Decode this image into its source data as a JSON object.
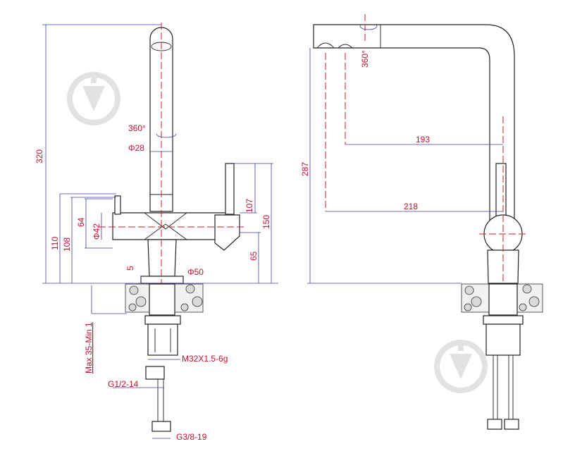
{
  "front_view": {
    "labels": {
      "height_total": "320",
      "rotation": "360°",
      "spout_diameter": "Φ28",
      "height_lever": "107",
      "height_lever_top": "150",
      "height_body": "64",
      "body_diameter": "Φ42",
      "height_110": "110",
      "height_108": "108",
      "height_65": "65",
      "gap": "5",
      "base_diameter": "Φ50",
      "worktop": "Max 35-Min 1",
      "thread": "M32X1.5-6g",
      "inlet": "G1/2-14",
      "hose": "G3/8-19"
    }
  },
  "side_view": {
    "labels": {
      "height_total": "287",
      "rotation": "360°",
      "reach_inner": "193",
      "reach_outer": "218"
    }
  },
  "colors": {
    "dimension_text": "#c8102e",
    "dimension_line": "#3b3f9e",
    "axis": "#d21f2a",
    "outline": "#222222"
  },
  "watermarks": [
    "tap-logo-icon",
    "tap-logo-icon"
  ]
}
